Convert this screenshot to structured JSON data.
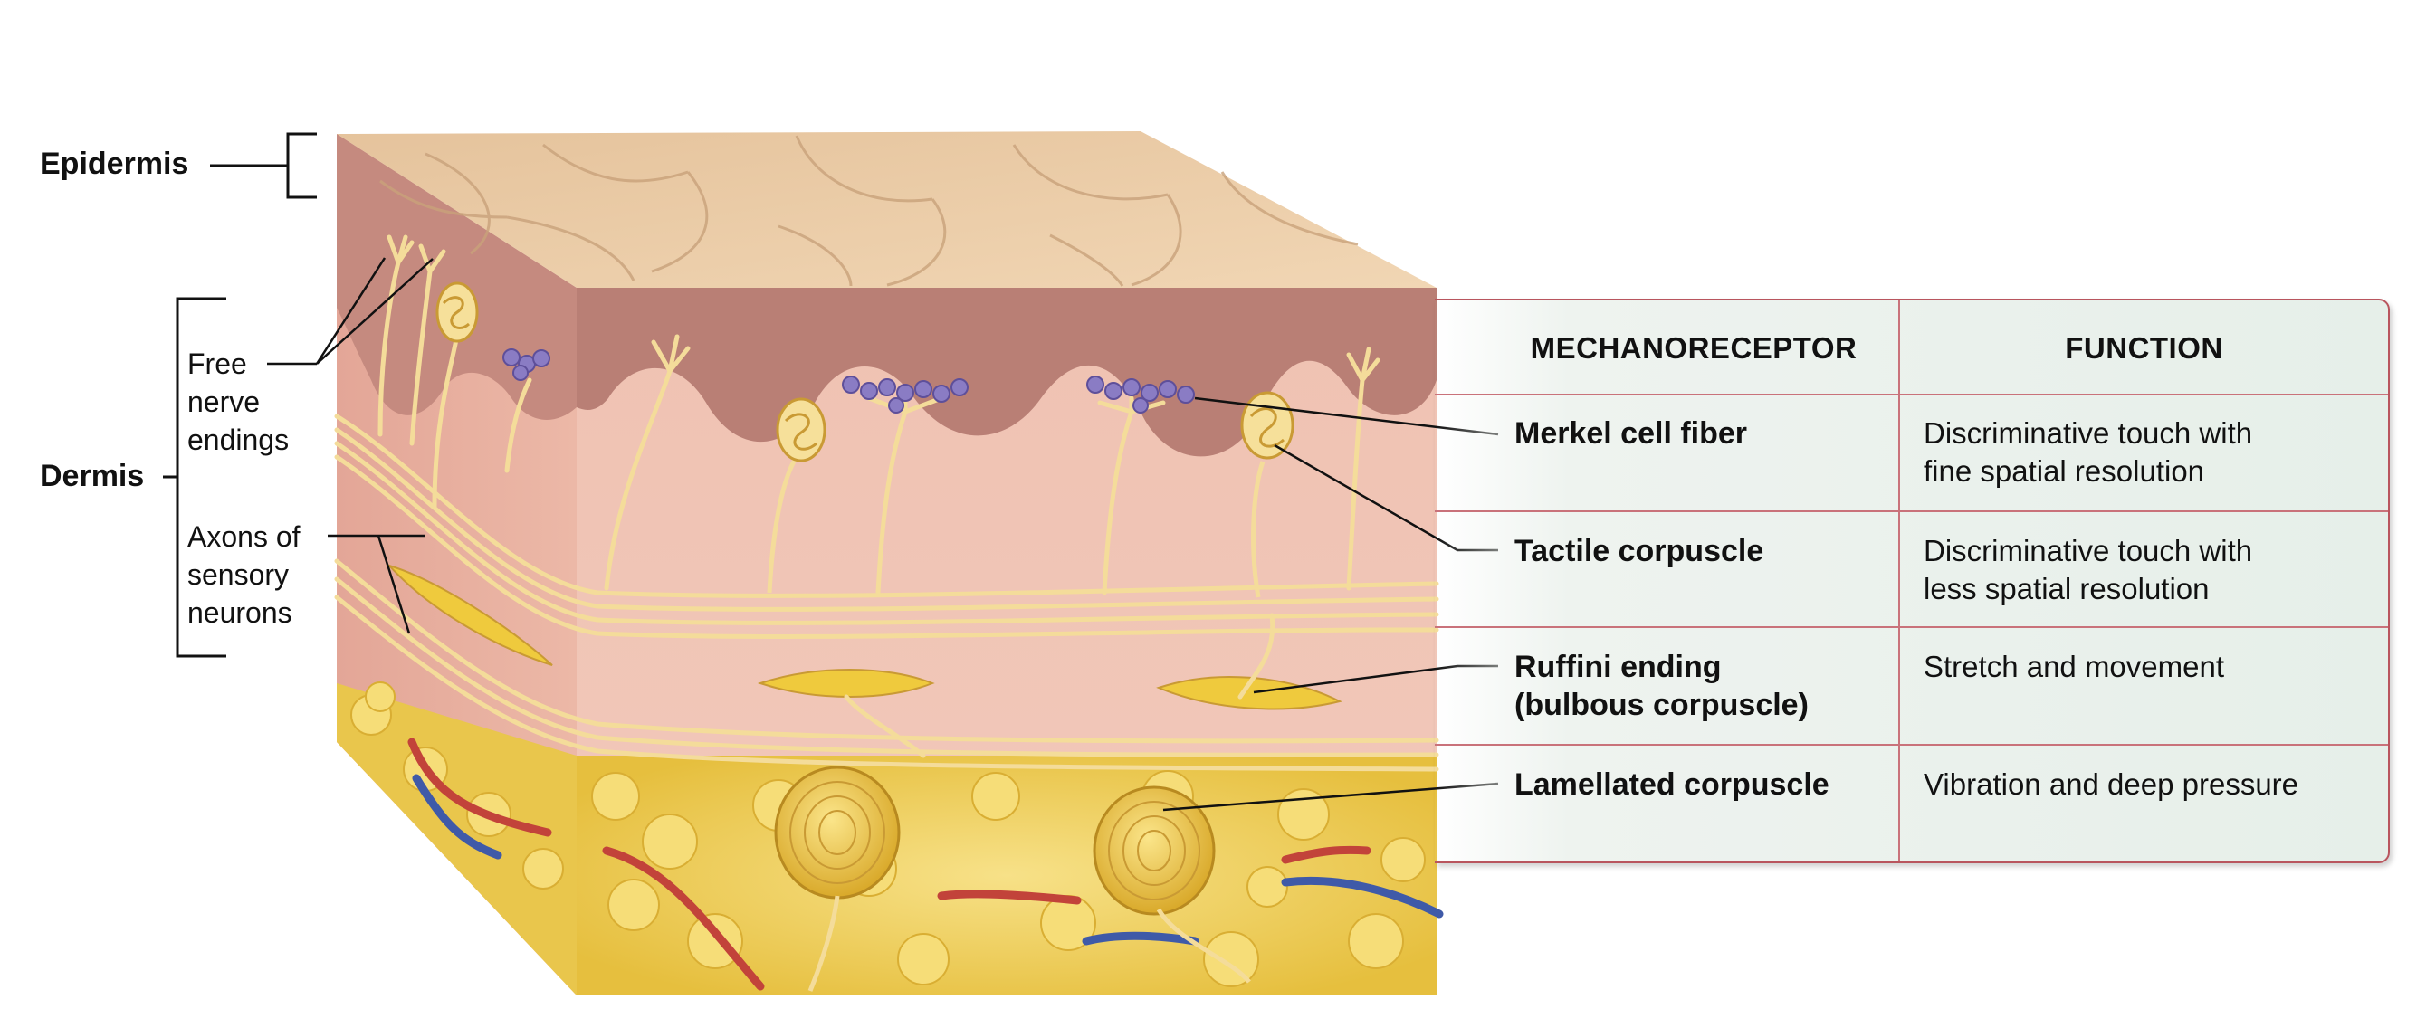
{
  "layers": {
    "epidermis": "Epidermis",
    "dermis": "Dermis"
  },
  "callouts": {
    "free_nerve_endings": [
      "Free",
      "nerve",
      "endings"
    ],
    "axons": [
      "Axons of",
      "sensory",
      "neurons"
    ]
  },
  "table": {
    "headers": [
      "MECHANORECEPTOR",
      "FUNCTION"
    ],
    "rows": [
      {
        "receptor": [
          "Merkel cell fiber"
        ],
        "function": [
          "Discriminative touch with",
          "fine spatial resolution"
        ]
      },
      {
        "receptor": [
          "Tactile corpuscle"
        ],
        "function": [
          "Discriminative touch with",
          "less spatial resolution"
        ]
      },
      {
        "receptor": [
          "Ruffini ending",
          "(bulbous corpuscle)"
        ],
        "function": [
          "Stretch and movement"
        ]
      },
      {
        "receptor": [
          "Lamellated corpuscle"
        ],
        "function": [
          "Vibration and deep pressure"
        ]
      }
    ]
  },
  "colors": {
    "epidermis_surface": "#e9c9a0",
    "dermis": "#f0bfae",
    "dermis_side": "#e8aa99",
    "hypodermis_fat": "#f2d461",
    "nerve": "#f7e2a6",
    "merkel_cells": "#8a7cc4",
    "artery": "#c2433a",
    "vein": "#3f5aa8",
    "table_border": "#b9555e"
  }
}
